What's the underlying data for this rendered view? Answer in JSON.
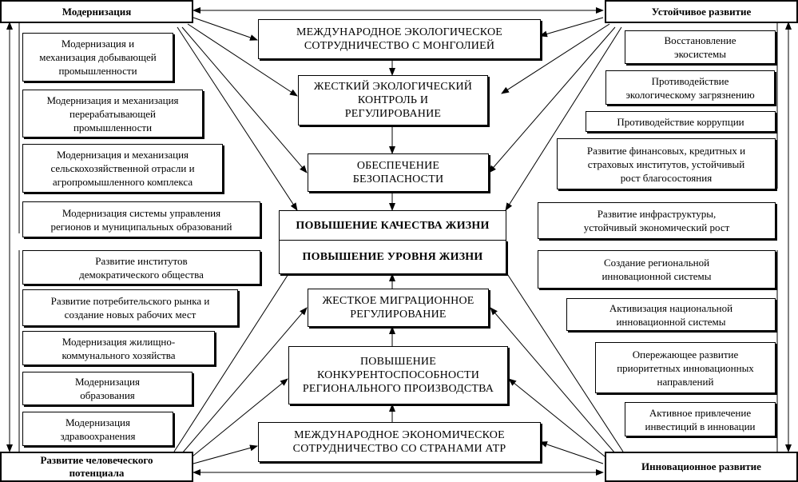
{
  "corners": {
    "modernization": "Модернизация",
    "sustainable": "Устойчивое развитие",
    "human_potential": "Развитие человеческого\nпотенциала",
    "innovation": "Инновационное развитие"
  },
  "center": {
    "top1": "МЕЖДУНАРОДНОЕ ЭКОЛОГИЧЕСКОЕ\nСОТРУДНИЧЕСТВО С МОНГОЛИЕЙ",
    "top2": "ЖЕСТКИЙ ЭКОЛОГИЧЕСКИЙ\nКОНТРОЛЬ И\nРЕГУЛИРОВАНИЕ",
    "top3": "ОБЕСПЕЧЕНИЕ\nБЕЗОПАСНОСТИ",
    "quality": "ПОВЫШЕНИЕ КАЧЕСТВА ЖИЗНИ",
    "level": "ПОВЫШЕНИЕ УРОВНЯ ЖИЗНИ",
    "bot3": "ЖЕСТКОЕ МИГРАЦИОННОЕ\nРЕГУЛИРОВАНИЕ",
    "bot2": "ПОВЫШЕНИЕ\nКОНКУРЕНТОСПОСОБНОСТИ\nРЕГИОНАЛЬНОГО ПРОИЗВОДСТВА",
    "bot1": "МЕЖДУНАРОДНОЕ ЭКОНОМИЧЕСКОЕ\nСОТРУДНИЧЕСТВО СО СТРАНАМИ АТР"
  },
  "modernization_items": [
    "Модернизация и\nмеханизация добывающей\nпромышленности",
    "Модернизация и механизация\nперерабатывающей\nпромышленности",
    "Модернизация и механизация\nсельскохозяйственной отрасли и\nагропромышленного комплекса",
    "Модернизация системы управления\nрегионов и муниципальных образований"
  ],
  "human_items": [
    "Развитие институтов\nдемократического общества",
    "Развитие потребительского рынка и\nсоздание новых рабочих мест",
    "Модернизация жилищно-\nкоммунального хозяйства",
    "Модернизация\nобразования",
    "Модернизация\nздравоохранения"
  ],
  "sustainable_items": [
    "Восстановление\nэкосистемы",
    "Противодействие\nэкологическому загрязнению",
    "Противодействие коррупции",
    "Развитие финансовых, кредитных и\nстраховых институтов, устойчивый\nрост благосостояния",
    "Развитие инфраструктуры,\nустойчивый экономический рост"
  ],
  "innovation_items": [
    "Создание региональной\nинновационной системы",
    "Активизация национальной\nинновационной системы",
    "Опережающее развитие\nприоритетных инновационных\nнаправлений",
    "Активное привлечение\nинвестиций в инновации"
  ]
}
